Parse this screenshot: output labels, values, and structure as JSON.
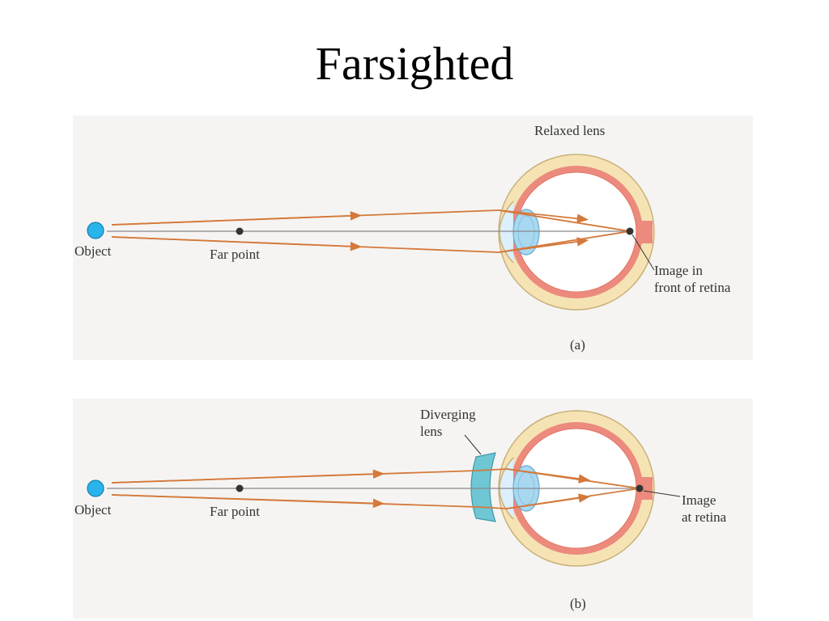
{
  "title": "Farsighted",
  "colors": {
    "ray": "#d4793a",
    "axis": "#888888",
    "object": "#29b4ea",
    "lens": "#a8d8f0",
    "sclera": "#f6e3b4",
    "choroid": "#eb8a7d",
    "diverging_lens": "#6fc6d4",
    "panel_bg": "#f5f4f2"
  },
  "panel_a": {
    "object_label": "Object",
    "far_point_label": "Far point",
    "lens_label": "Relaxed lens",
    "image_label_line1": "Image in",
    "image_label_line2": "front of retina",
    "caption": "(a)"
  },
  "panel_b": {
    "object_label": "Object",
    "far_point_label": "Far point",
    "diverging_lens_label_line1": "Diverging",
    "diverging_lens_label_line2": "lens",
    "image_label_line1": "Image",
    "image_label_line2": "at retina",
    "caption": "(b)"
  }
}
